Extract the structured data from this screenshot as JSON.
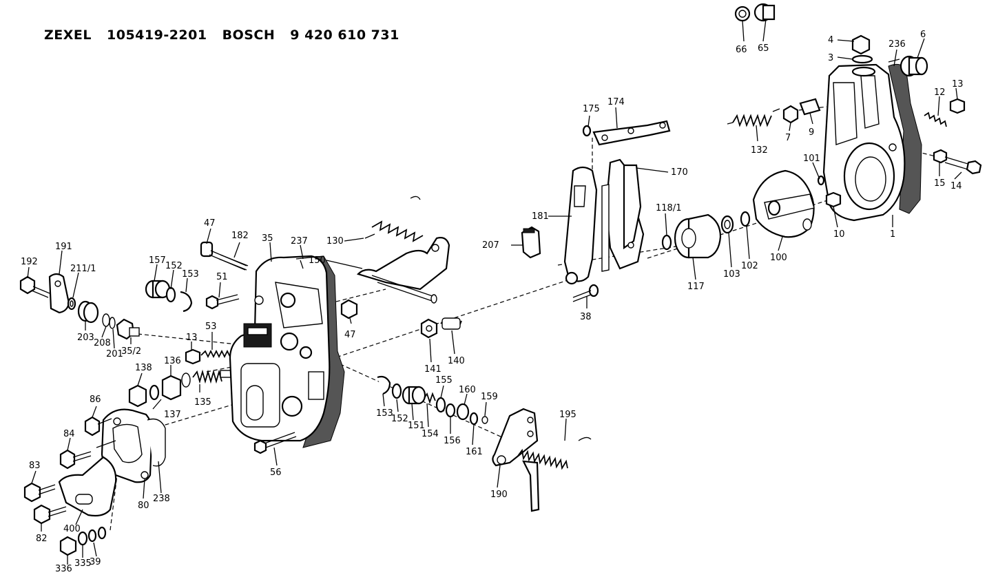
{
  "title": {
    "brand_a": "ZEXEL",
    "part_a": "105419-2201",
    "brand_b": "BOSCH",
    "part_b": "9 420 610 731"
  },
  "labels": {
    "p66": "66",
    "p65": "65",
    "p4": "4",
    "p3": "3",
    "p236": "236",
    "p6": "6",
    "p13a": "13",
    "p12": "12",
    "p9": "9",
    "p7": "7",
    "p132": "132",
    "p101": "101",
    "p15": "15",
    "p14": "14",
    "p10": "10",
    "p1": "1",
    "p175": "175",
    "p174": "174",
    "p170": "170",
    "p181": "181",
    "p207": "207",
    "p118_1": "118/1",
    "p117": "117",
    "p103": "103",
    "p102": "102",
    "p100": "100",
    "p38": "38",
    "p130": "130",
    "p150": "150",
    "p47a": "47",
    "p182": "182",
    "p35": "35",
    "p237": "237",
    "p157": "157",
    "p152a": "152",
    "p153a": "153",
    "p51": "51",
    "p47b": "47",
    "p192": "192",
    "p191": "191",
    "p211_1": "211/1",
    "p203": "203",
    "p208": "208",
    "p201": "201",
    "p35_2": "35/2",
    "p13b": "13",
    "p53": "53",
    "p141": "141",
    "p140": "140",
    "p138": "138",
    "p136": "136",
    "p135": "135",
    "p137": "137",
    "p86": "86",
    "p84": "84",
    "p83": "83",
    "p82": "82",
    "p400": "400",
    "p80": "80",
    "p238": "238",
    "p336": "336",
    "p335": "335",
    "p39": "39",
    "p56": "56",
    "p153b": "153",
    "p152b": "152",
    "p151": "151",
    "p154": "154",
    "p155": "155",
    "p156": "156",
    "p160": "160",
    "p159": "159",
    "p161": "161",
    "p195": "195",
    "p190": "190"
  }
}
